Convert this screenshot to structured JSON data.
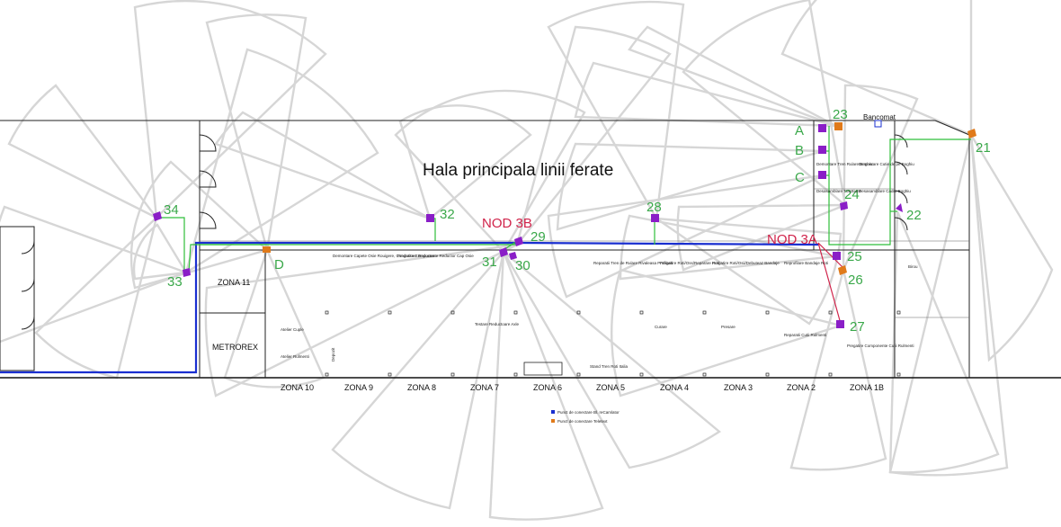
{
  "plan": {
    "title": "Hala principala linii ferate",
    "bank_label": "Bancomat",
    "rooms": {
      "zona_11": "ZONA 11",
      "metrorex": "METROREX"
    },
    "zones": [
      "ZONA 10",
      "ZONA 9",
      "ZONA 8",
      "ZONA 7",
      "ZONA 6",
      "ZONA 5",
      "ZONA 4",
      "ZONA 3",
      "ZONA 2",
      "ZONA 1B"
    ],
    "nodes": [
      "NOD 3B",
      "NOD 3A"
    ],
    "cameras": [
      "21",
      "22",
      "23",
      "24",
      "25",
      "26",
      "27",
      "28",
      "29",
      "30",
      "31",
      "32",
      "33",
      "34",
      "A",
      "B",
      "C",
      "D"
    ],
    "legend": [
      "Punct de conectare Bl. reCamlator",
      "Punct de conectare Teletext"
    ],
    "small_labels": [
      "Demontare Capete Osie Rouigere, Conductare Reductor",
      "Pregatire Componente Reductor Cap Osie",
      "Atelier Cuple",
      "Atelier Rulmenti",
      "Reparatii Tren de Rulare Rivaleasa Profilarit",
      "Pregatire Roti/Oss/Reparare Roti",
      "Pregatire Roti/Osii/Debuteaz Bandaje",
      "Reprofilare Bandaje Roti",
      "Reparatii Cutii Rulmenti",
      "Pregatire Componente Cutii Rulmenti",
      "Curare",
      "Presare",
      "Stand Tren Roti Italia",
      "Testare Reductoare Axle",
      "Demontare Tren Rulare Boghiu",
      "Desasamblare Tracttiune",
      "Demontare Cutie de pe Boghiu",
      "Desasamblare Cadru Boghiu",
      "Birou",
      "Depozit"
    ]
  }
}
